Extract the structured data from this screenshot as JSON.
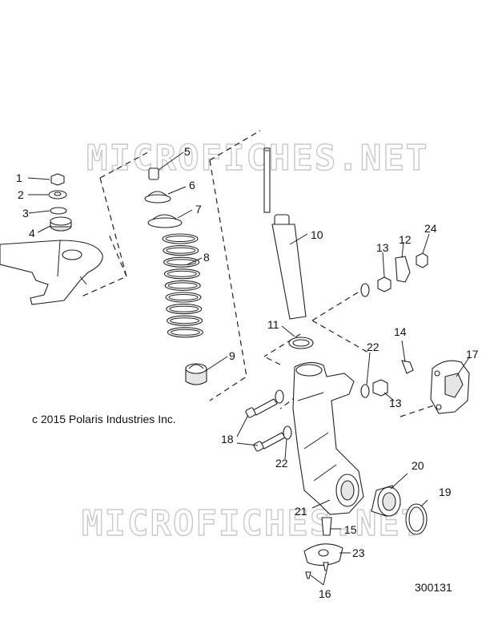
{
  "watermark": {
    "text_top": "MICROFICHES.NET",
    "text_bottom": "MICROFICHES.NET",
    "color": "#c9c9c9"
  },
  "copyright": "c 2015 Polaris Industries Inc.",
  "figure_number": "300131",
  "callouts": [
    "1",
    "2",
    "3",
    "4",
    "5",
    "6",
    "7",
    "8",
    "9",
    "10",
    "11",
    "12",
    "13",
    "13",
    "14",
    "15",
    "16",
    "17",
    "18",
    "19",
    "20",
    "21",
    "22",
    "22",
    "23",
    "24"
  ]
}
